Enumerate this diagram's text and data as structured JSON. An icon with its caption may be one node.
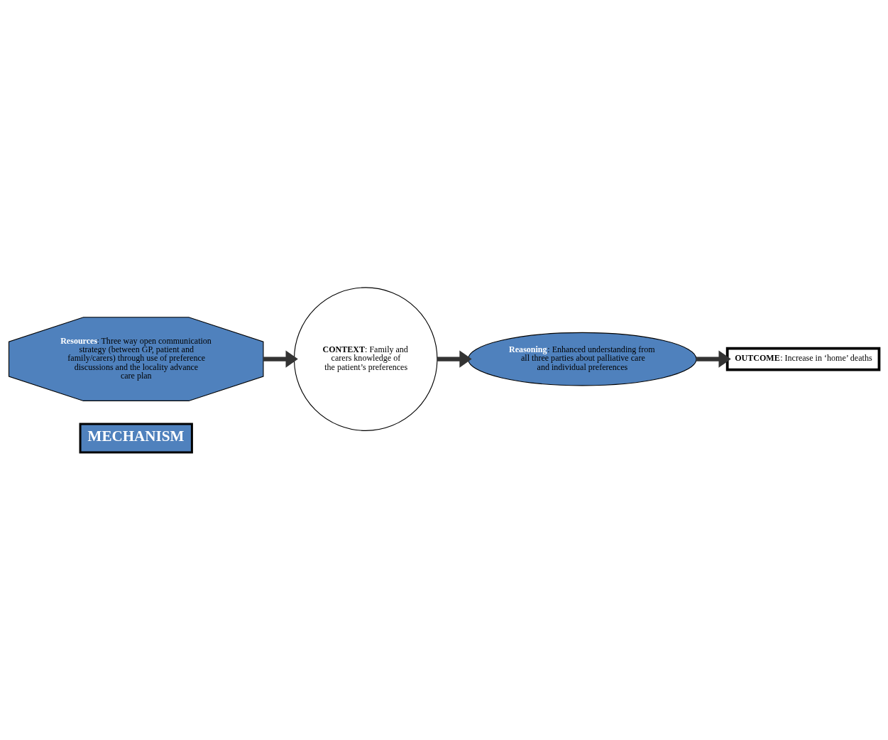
{
  "diagram": {
    "nodes": [
      {
        "text": [
          "MECHANISM"
        ]
      },
      {
        "text": [
          "**CONTEXT**: Family and carers knowledge of the patient’s preferences"
        ]
      },
      {
        "text": [
          "**Resources**: Three way open communication strategy (between GP, patient and family/carers) through use of preference discussions and the locality advance care plan"
        ]
      },
      {
        "text": [
          "**Reasoning**: Enhanced understanding from all three parties about palliative care and individual preferences"
        ]
      },
      {
        "text": [
          "**OUTCOME**: Increase in ‘home’ deaths"
        ]
      }
    ],
    "edges": [
      {
        "from": 2,
        "to": 1,
        "arrow": "to"
      },
      {
        "from": 1,
        "to": 3,
        "arrow": "to"
      },
      {
        "from": 3,
        "to": 4,
        "arrow": "to"
      }
    ]
  }
}
